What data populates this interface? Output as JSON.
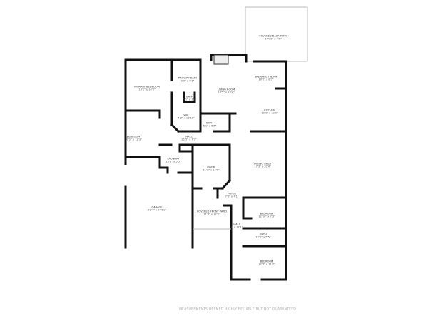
{
  "rooms": [
    {
      "name": "COVERED BACK PATIO",
      "dim": "17'10\" x 7'6\""
    },
    {
      "name": "PRIMARY BEDROOM",
      "dim": "13'1\" x 14'0\""
    },
    {
      "name": "PRIMARY BATH",
      "dim": "9'9\" x 9'1\""
    },
    {
      "name": "BATH",
      "dim": "5'1\" x 2'3\""
    },
    {
      "name": "WIC",
      "dim": "4'8\" x 11'11\""
    },
    {
      "name": "LIVING ROOM",
      "dim": "18'5\" x 23'4\""
    },
    {
      "name": "BREAKFAST NOOK",
      "dim": "10'2\" x 8'3\""
    },
    {
      "name": "KITCHEN",
      "dim": "10'0\" x 12'0\""
    },
    {
      "name": "BATH",
      "dim": "6'1\" x 5'5\""
    },
    {
      "name": "BEDROOM",
      "dim": "10'2\" x 12'3\""
    },
    {
      "name": "HALL",
      "dim": "21'5\" x 7'3\""
    },
    {
      "name": "LAUNDRY",
      "dim": "10'1\" x 5'5\""
    },
    {
      "name": "ROOM",
      "dim": "11'3\" x 14'0\""
    },
    {
      "name": "DINING AREA",
      "dim": "17'3\" x 20'4\""
    },
    {
      "name": "FOYER",
      "dim": "7'8\" x 7'1\""
    },
    {
      "name": "GARAGE",
      "dim": "20'4\" x 27'11\""
    },
    {
      "name": "COVERED FRONT PATIO",
      "dim": "11'8\" x 12'2\""
    },
    {
      "name": "BEDROOM",
      "dim": "12'10\" x 7'3\""
    },
    {
      "name": "HALL",
      "dim": "3' x 12'1\""
    },
    {
      "name": "BATH",
      "dim": "12'2\" x 5'5\""
    },
    {
      "name": "BEDROOM",
      "dim": "12'8\" x 11'7\""
    }
  ],
  "footer": "MEASUREMENTS DEEMED HIGHLY RELIABLE BUT NOT GUARANTEED"
}
